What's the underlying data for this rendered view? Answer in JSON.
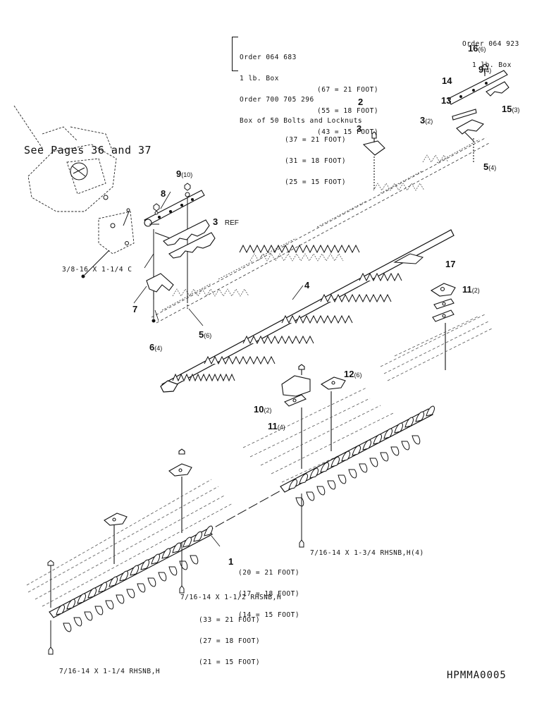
{
  "figure_code": "HPMMA0005",
  "see_pages": "See Pages 36 and 37",
  "order_box_left": [
    "Order 064 683",
    "1 lb. Box",
    "Order 700 705 296",
    "Box of 50 Bolts and Locknuts"
  ],
  "order_box_right": [
    "Order 064 923",
    "1 lb. Box"
  ],
  "qty_item2": [
    "(67 = 21 FOOT)",
    "(55 = 18 FOOT)",
    "(43 = 15 FOOT)"
  ],
  "qty_item3": [
    "(37 = 21 FOOT)",
    "(31 = 18 FOOT)",
    "(25 = 15 FOOT)"
  ],
  "qty_item1": [
    "(20 = 21 FOOT)",
    "(17 = 18 FOOT)",
    "(14 = 15 FOOT)"
  ],
  "qty_bolt_112": [
    "(33 = 21 FOOT)",
    "(27 = 18 FOOT)",
    "(21 = 15 FOOT)"
  ],
  "bolts": {
    "b1": "3/8-16 X 1-1/4 C",
    "b2": "7/16-14 X 1-3/4 RHSNB,H(4)",
    "b3": "7/16-14 X 1-1/2 RHSNB,H",
    "b4": "7/16-14 X 1-1/4 RHSNB,H"
  },
  "callouts": [
    {
      "id": "c16",
      "num": "16",
      "qty": "(6)"
    },
    {
      "id": "c9a",
      "num": "9",
      "qty": "(4)"
    },
    {
      "id": "c14",
      "num": "14",
      "qty": ""
    },
    {
      "id": "c13",
      "num": "13",
      "qty": ""
    },
    {
      "id": "c15",
      "num": "15",
      "qty": "(3)"
    },
    {
      "id": "c3b",
      "num": "3",
      "qty": "(2)"
    },
    {
      "id": "c5a",
      "num": "5",
      "qty": "(4)"
    },
    {
      "id": "c2",
      "num": "2",
      "qty": ""
    },
    {
      "id": "c3a",
      "num": "3",
      "qty": ""
    },
    {
      "id": "c9b",
      "num": "9",
      "qty": "(10)"
    },
    {
      "id": "c8",
      "num": "8",
      "qty": ""
    },
    {
      "id": "c3ref",
      "num": "3",
      "qty": "REF"
    },
    {
      "id": "c7",
      "num": "7",
      "qty": ""
    },
    {
      "id": "c5b",
      "num": "5",
      "qty": "(6)"
    },
    {
      "id": "c6",
      "num": "6",
      "qty": "(4)"
    },
    {
      "id": "c4",
      "num": "4",
      "qty": ""
    },
    {
      "id": "c17",
      "num": "17",
      "qty": ""
    },
    {
      "id": "c11a",
      "num": "11",
      "qty": "(2)"
    },
    {
      "id": "c12",
      "num": "12",
      "qty": "(6)"
    },
    {
      "id": "c10",
      "num": "10",
      "qty": "(2)"
    },
    {
      "id": "c11b",
      "num": "11",
      "qty": "(4)"
    },
    {
      "id": "c1",
      "num": "1",
      "qty": ""
    }
  ]
}
